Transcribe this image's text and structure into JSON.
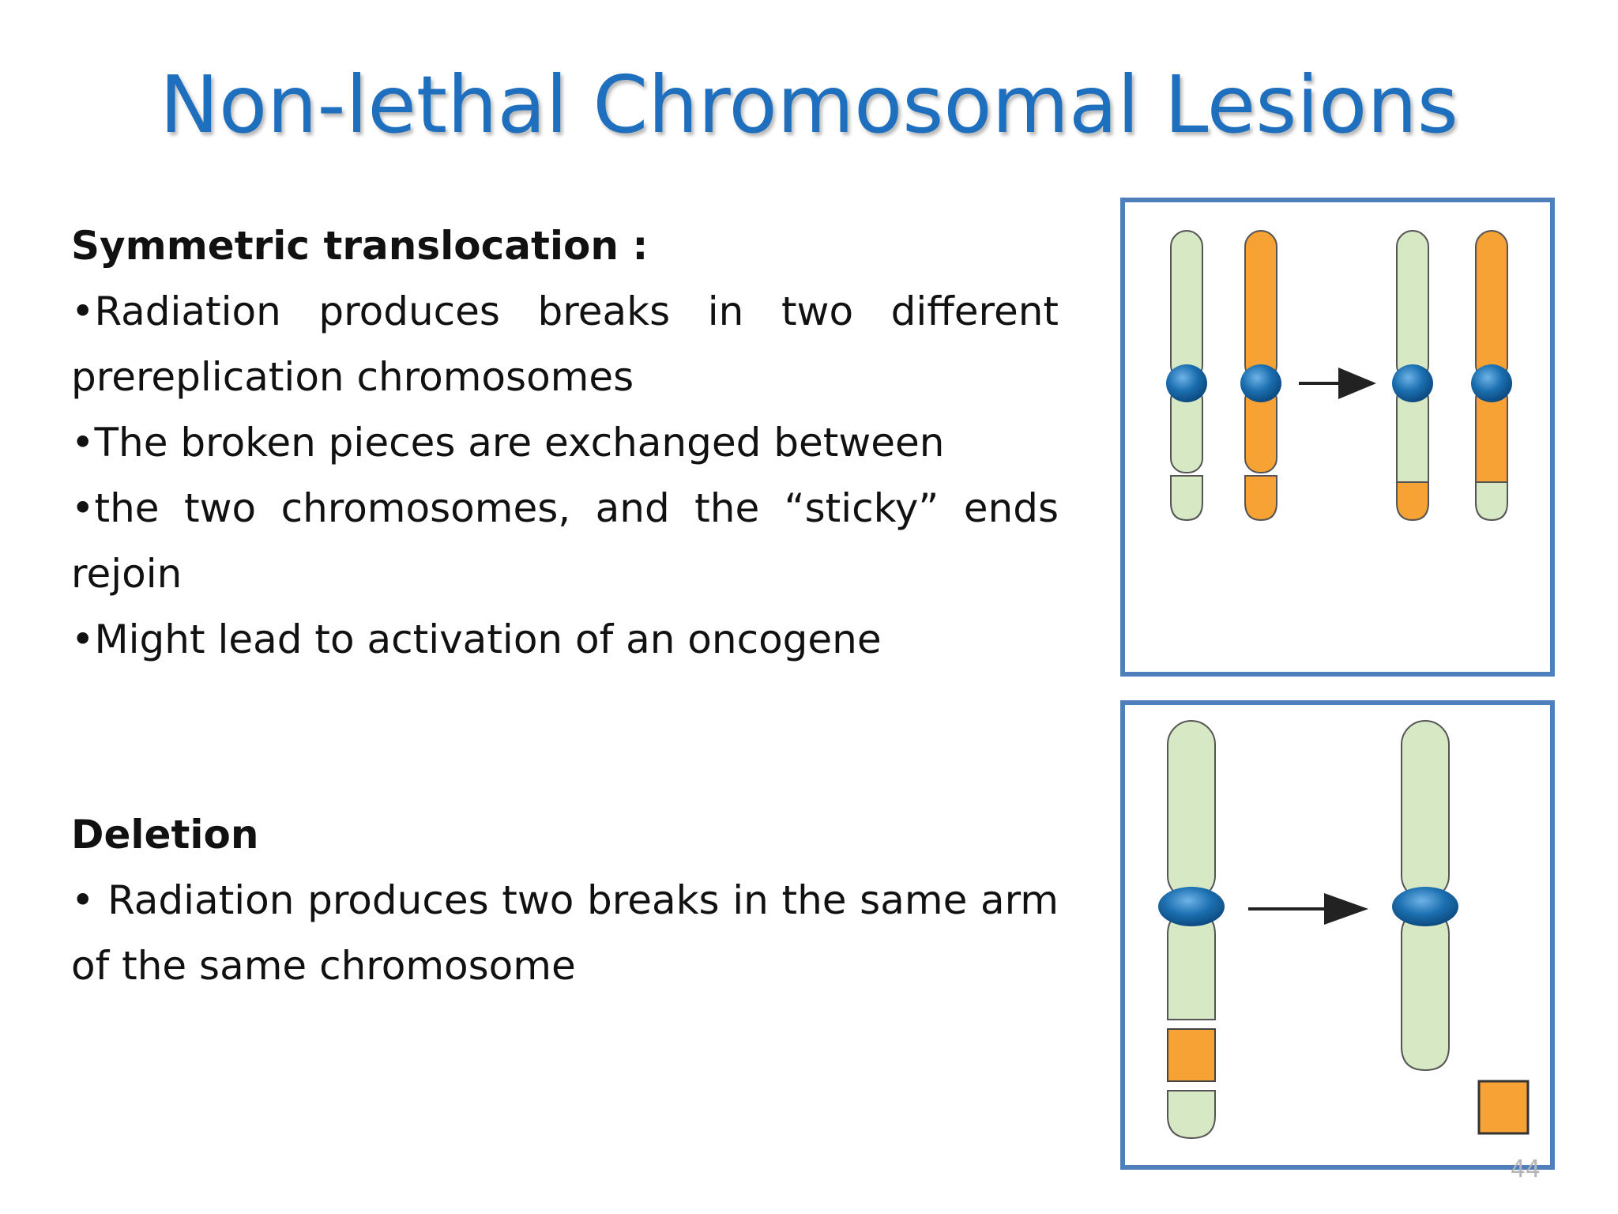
{
  "slide": {
    "title": "Non-lethal Chromosomal Lesions",
    "page_number": "44"
  },
  "translocation": {
    "heading": "Symmetric translocation :",
    "bullets": [
      "•Radiation produces breaks in two different prereplication chromosomes",
      "•The broken pieces are exchanged between",
      "•the two chromosomes, and the “sticky” ends rejoin",
      "•Might lead to activation of an oncogene"
    ]
  },
  "deletion": {
    "heading": "Deletion",
    "bullets": [
      "• Radiation produces two breaks in the same arm of the same chromosome"
    ]
  },
  "colors": {
    "title": "#1f6fbf",
    "frame": "#4f7fbd",
    "chromosome_green": "#d6e8c4",
    "chromosome_orange": "#f7a234",
    "centromere_blue": "#1b6fb0"
  }
}
